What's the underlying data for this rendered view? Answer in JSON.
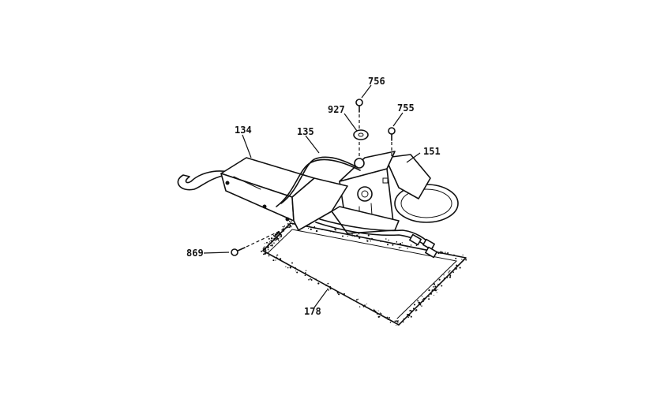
{
  "parts": [
    {
      "id": "756",
      "label": "756",
      "name": "screw-top"
    },
    {
      "id": "927",
      "label": "927",
      "name": "washer"
    },
    {
      "id": "755",
      "label": "755",
      "name": "screw-right"
    },
    {
      "id": "151",
      "label": "151",
      "name": "motor-assembly"
    },
    {
      "id": "134",
      "label": "134",
      "name": "bracket-hook"
    },
    {
      "id": "135",
      "label": "135",
      "name": "wire-harness"
    },
    {
      "id": "869",
      "label": "869",
      "name": "screw-left"
    },
    {
      "id": "178",
      "label": "178",
      "name": "insulation-pad"
    }
  ],
  "colors": {
    "ink": "#111111",
    "paper": "#ffffff"
  }
}
